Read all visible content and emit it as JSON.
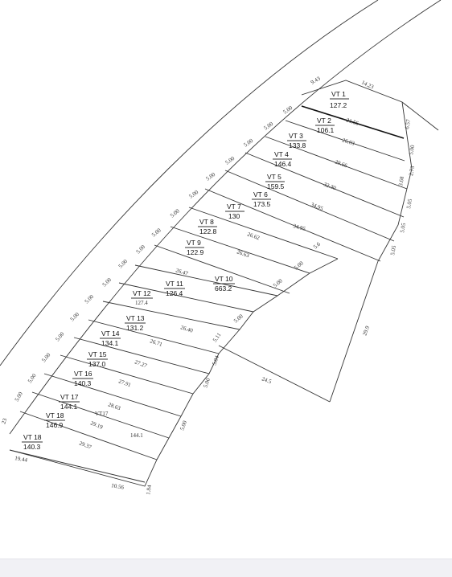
{
  "plan": {
    "lots": [
      {
        "name": "VT 1",
        "area": "127.2"
      },
      {
        "name": "VT 2",
        "area": "106.1"
      },
      {
        "name": "VT 3",
        "area": "133.8"
      },
      {
        "name": "VT 4",
        "area": "146.4"
      },
      {
        "name": "VT 5",
        "area": "159.5"
      },
      {
        "name": "VT 6",
        "area": "173.5"
      },
      {
        "name": "VT 7",
        "area": "130"
      },
      {
        "name": "VT 8",
        "area": "122.8"
      },
      {
        "name": "VT 9",
        "area": "122.9"
      },
      {
        "name": "VT 10",
        "area": "663.2"
      },
      {
        "name": "VT 11",
        "area": "126.4"
      },
      {
        "name": "VT 12",
        "area": "127.4"
      },
      {
        "name": "VT 13",
        "area": "131.2"
      },
      {
        "name": "VT 14",
        "area": "134.1"
      },
      {
        "name": "VT 15",
        "area": "137.0"
      },
      {
        "name": "VT 16",
        "area": "140.3"
      },
      {
        "name": "VT 17",
        "area": "144.1"
      },
      {
        "name": "VT 18",
        "area": "146.9"
      },
      {
        "name": "VT 18",
        "area": "140.3"
      }
    ],
    "extra_labels": [
      "VT17",
      "144.1"
    ],
    "dimensions": [
      "9.43",
      "14.23",
      "5.00",
      "21.56",
      "6.57",
      "5.00",
      "26.03",
      "5.00",
      "5.00",
      "29.66",
      "2.73",
      "3.68",
      "5.00",
      "32.30",
      "5.05",
      "5.00",
      "34.95",
      "5.00",
      "34.95",
      "5.05",
      "5.00",
      "26.62",
      "5.05",
      "5.00",
      "26.63",
      "5.6",
      "5.00",
      "26.47",
      "5.00",
      "5.00",
      "5.00",
      "26.40",
      "5.00",
      "5.11",
      "5.00",
      "26.71",
      "5.04",
      "5.00",
      "27.27",
      "5.00",
      "29.9",
      "5.00",
      "27.91",
      "24.5",
      "5.00",
      "28.63",
      "5.00",
      "5.00",
      "29.19",
      "5.00",
      "29.37",
      "5.00",
      "19.44",
      "10.56",
      "1.84",
      "23"
    ]
  }
}
